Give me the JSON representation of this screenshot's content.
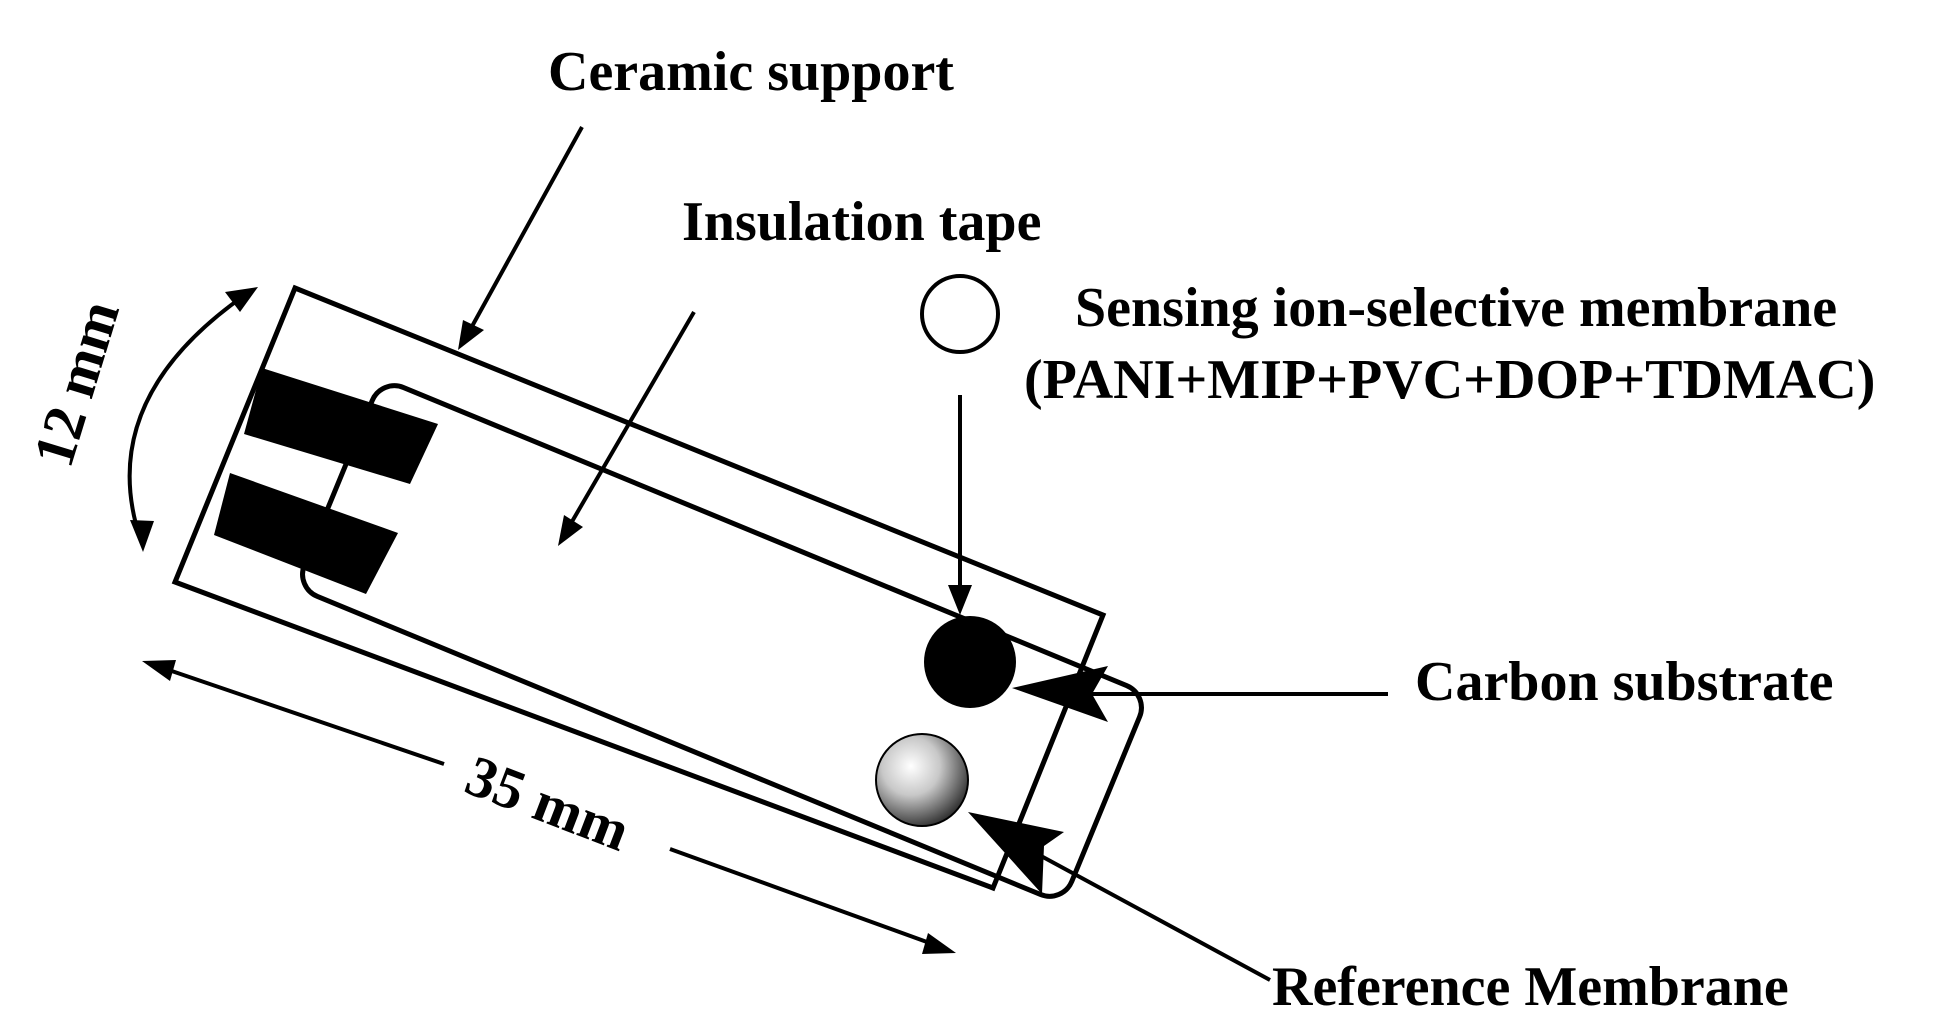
{
  "labels": {
    "ceramic_support": "Ceramic support",
    "insulation_tape": "Insulation tape",
    "sensing_membrane_line1": "Sensing ion-selective membrane",
    "sensing_membrane_line2": "(PANI+MIP+PVC+DOP+TDMAC)",
    "carbon_substrate": "Carbon substrate",
    "reference_membrane": "Reference Membrane"
  },
  "dimensions": {
    "width_label": "12 mm",
    "length_label": "35 mm"
  },
  "colors": {
    "ink": "#000000",
    "background": "#ffffff"
  }
}
